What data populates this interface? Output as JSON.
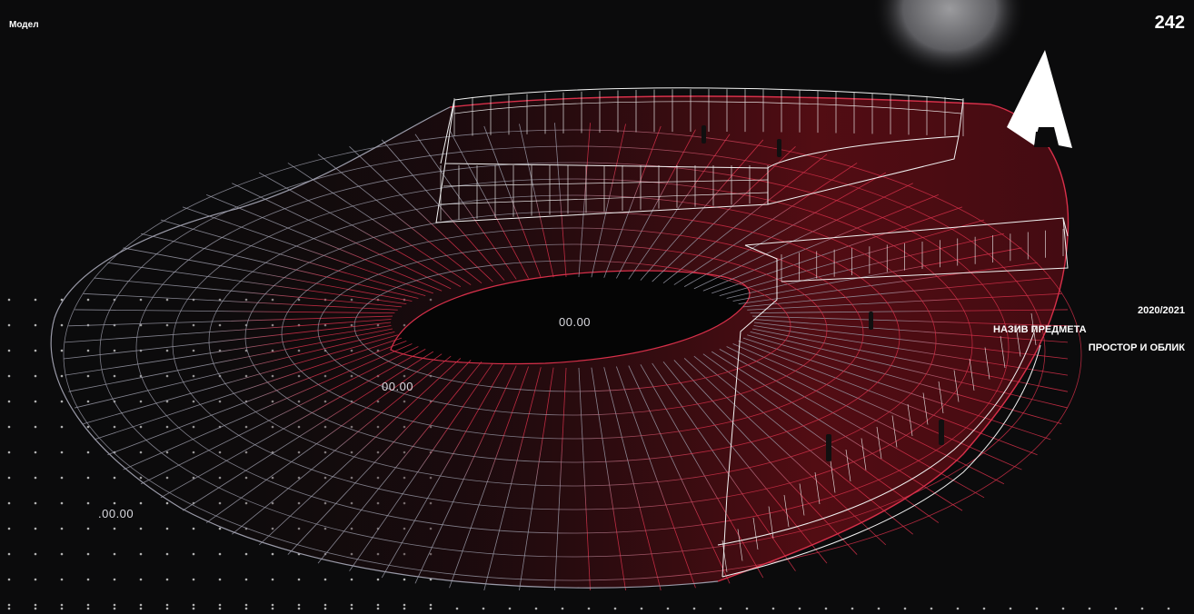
{
  "header": {
    "section_title": "Модел",
    "page_number": "242"
  },
  "info": {
    "year": "2020/2021",
    "subject_label": "НАЗИВ ПРЕДМЕТА",
    "subject_name": "ПРОСТОР И ОБЛИК"
  },
  "levels": [
    "00.00",
    "00.00",
    ".00.00"
  ],
  "colors": {
    "background": "#0b0b0c",
    "wire_red": "#d8304a",
    "wire_fill": "#5a0d14",
    "wire_grey": "#9a9aa8",
    "wire_white": "#f2f2f2",
    "text": "#ffffff"
  },
  "icons": {
    "north_arrow": "north-arrow-icon",
    "moon": "moon-image"
  }
}
